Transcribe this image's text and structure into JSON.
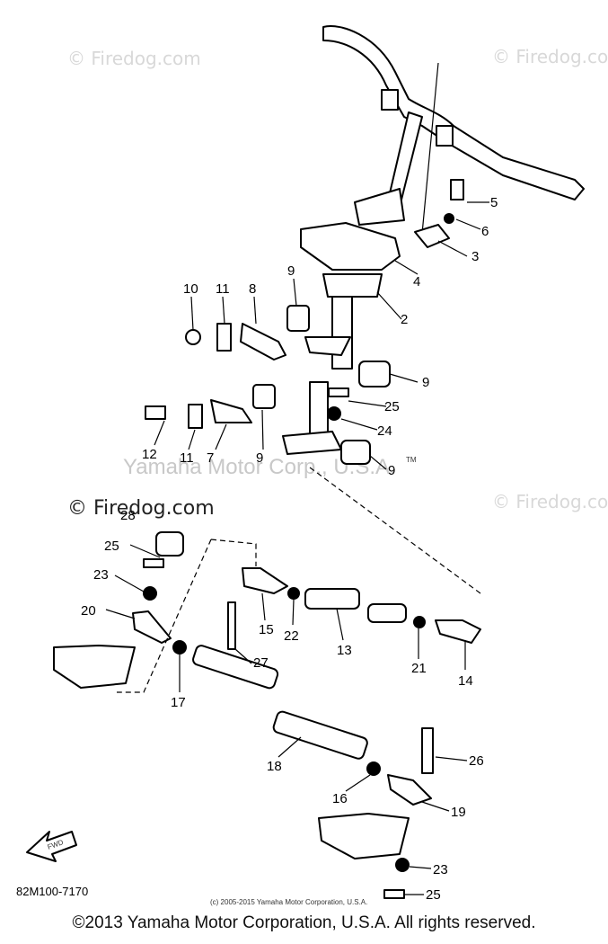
{
  "watermarks": {
    "firedog": "© Firedog.com",
    "yamaha": "Yamaha Motor Corp., U.S.A.",
    "tm": "TM"
  },
  "diagram_code": "82M100-7170",
  "small_copyright": "(c) 2005-2015 Yamaha Motor Corporation, U.S.A.",
  "copyright": "©2013 Yamaha Motor Corporation, U.S.A. All rights reserved.",
  "fwd_label": "FWD",
  "part_labels": [
    "5",
    "6",
    "3",
    "4",
    "2",
    "9",
    "8",
    "11",
    "10",
    "9",
    "25",
    "24",
    "12",
    "11",
    "7",
    "9",
    "9",
    "28",
    "25",
    "23",
    "20",
    "15",
    "22",
    "13",
    "21",
    "14",
    "27",
    "17",
    "18",
    "26",
    "16",
    "19",
    "23",
    "25"
  ]
}
